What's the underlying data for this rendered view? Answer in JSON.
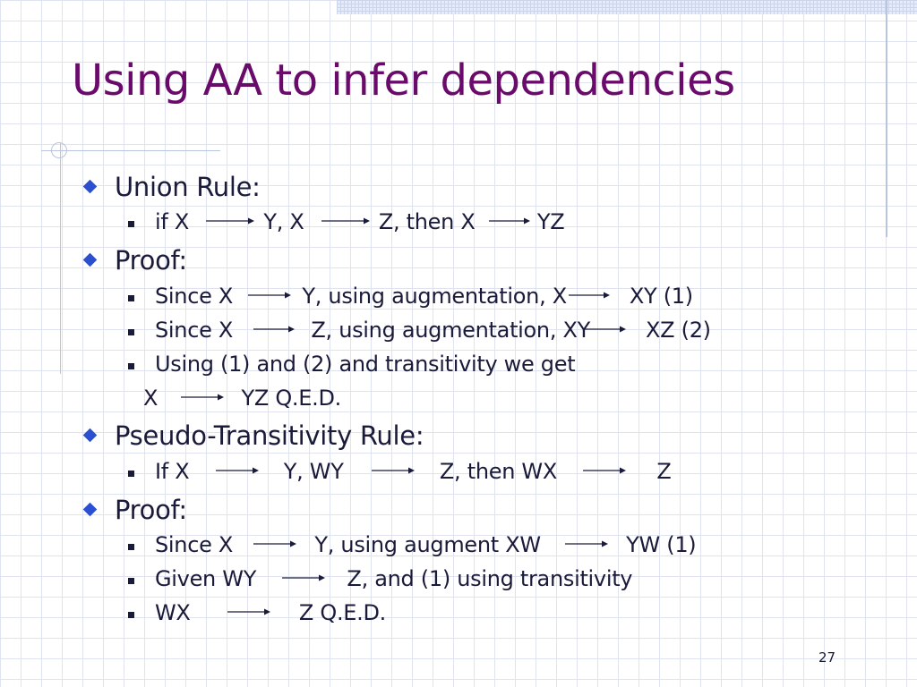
{
  "title": "Using AA to infer dependencies",
  "page_number": "27",
  "colors": {
    "title": "#6a0a6a",
    "bullet_level1": "#2a4fd0",
    "text": "#1a1a3a",
    "grid": "#dfe3f0"
  },
  "icons": {
    "level1_bullet": "blue-diamond-icon",
    "level2_bullet": "black-square-icon",
    "implies": "right-arrow-icon"
  },
  "union_rule": {
    "heading": "Union Rule:",
    "statement": {
      "a": "if X",
      "b": "Y, X",
      "c": "Z, then X",
      "d": "YZ"
    }
  },
  "proof1": {
    "heading": "Proof:",
    "step1": {
      "a": "Since X",
      "b": "Y, using augmentation, X",
      "c": "XY (1)"
    },
    "step2": {
      "a": "Since X",
      "b": "Z, using augmentation, XY",
      "c": "XZ (2)"
    },
    "step3": {
      "a": "Using (1) and (2) and transitivity we get"
    },
    "step3_cont": {
      "a": "X",
      "b": "YZ  Q.E.D."
    }
  },
  "pseudo_rule": {
    "heading": "Pseudo-Transitivity Rule:",
    "statement": {
      "a": "If X",
      "b": "Y, WY",
      "c": "Z, then WX",
      "d": "Z"
    }
  },
  "proof2": {
    "heading": "Proof:",
    "step1": {
      "a": "Since X",
      "b": "Y, using augment  XW",
      "c": "YW  (1)"
    },
    "step2": {
      "a": "Given WY",
      "b": "Z, and (1) using transitivity"
    },
    "step3": {
      "a": "WX",
      "b": "Z  Q.E.D."
    }
  }
}
